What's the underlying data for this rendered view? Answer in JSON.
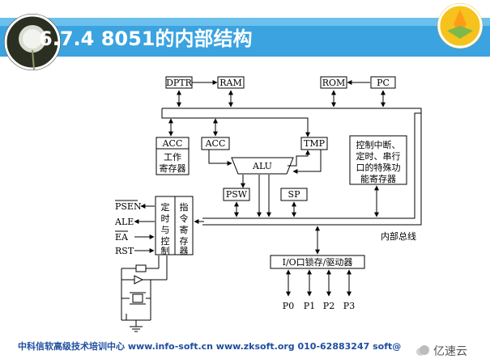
{
  "slide": {
    "title": "6.7.4 8051的内部结构",
    "footer": "中科信软高级技术培训中心 www.info-soft.cn www.zksoft.org 010-62883247 soft@",
    "brand": "亿速云"
  },
  "diagram": {
    "dptr": "DPTR",
    "ram": "RAM",
    "rom": "ROM",
    "pc": "PC",
    "acc_reg_title": "ACC",
    "acc_reg_l1": "工作",
    "acc_reg_l2": "寄存器",
    "acc": "ACC",
    "tmp": "TMP",
    "alu": "ALU",
    "psw": "PSW",
    "sp": "SP",
    "spec_l1": "控制中断、",
    "spec_l2": "定时、串行",
    "spec_l3": "口的特殊功",
    "spec_l4": "能寄存器",
    "timer_ctrl": [
      "定",
      "时",
      "与",
      "控",
      "制"
    ],
    "instr_reg": [
      "指",
      "令",
      "寄",
      "存",
      "器"
    ],
    "psen": "PSEN",
    "ale": "ALE",
    "ea": "EA",
    "rst": "RST",
    "bus": "内部总线",
    "io_latch": "I/O口锁存/驱动器",
    "ports": [
      "P0",
      "P1",
      "P2",
      "P3"
    ]
  }
}
